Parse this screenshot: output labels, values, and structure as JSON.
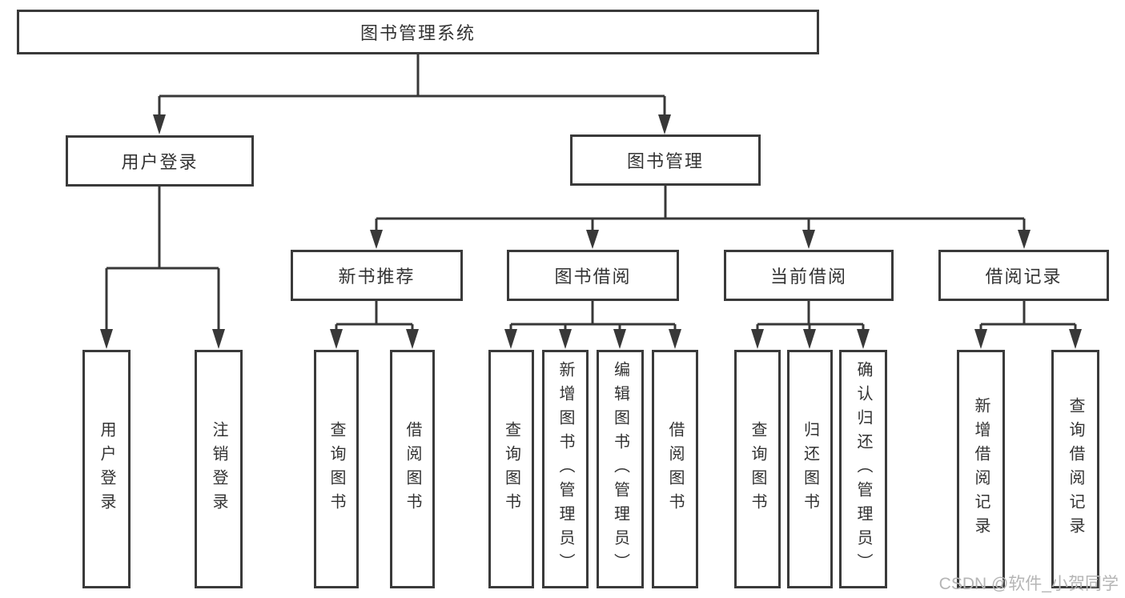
{
  "diagram": {
    "title": "图书管理系统",
    "labels": {
      "root": "图书管理系统",
      "userLogin": "用户登录",
      "bookMgmt": "图书管理",
      "newBookRec": "新书推荐",
      "bookBorrow": "图书借阅",
      "currentBorrow": "当前借阅",
      "borrowRecords": "借阅记录",
      "leafUserLogin": "用户登录",
      "leafLogout": "注销登录",
      "leafQueryBook1": "查询图书",
      "leafBorrowBook1": "借阅图书",
      "leafQueryBook2": "查询图书",
      "leafAddBookAdmin": "新增图书（管理员）",
      "leafEditBookAdmin": "编辑图书（管理员）",
      "leafBorrowBook2": "借阅图书",
      "leafQueryBook3": "查询图书",
      "leafReturnBook": "归还图书",
      "leafConfirmReturnAdmin": "确认归还（管理员）",
      "leafAddBorrowRecord": "新增借阅记录",
      "leafQueryBorrowRecord": "查询借阅记录"
    },
    "edges": [
      {
        "from": "图书管理系统",
        "to": "用户登录"
      },
      {
        "from": "图书管理系统",
        "to": "图书管理"
      },
      {
        "from": "用户登录",
        "to": "用户登录"
      },
      {
        "from": "用户登录",
        "to": "注销登录"
      },
      {
        "from": "图书管理",
        "to": "新书推荐"
      },
      {
        "from": "图书管理",
        "to": "图书借阅"
      },
      {
        "from": "图书管理",
        "to": "当前借阅"
      },
      {
        "from": "图书管理",
        "to": "借阅记录"
      },
      {
        "from": "新书推荐",
        "to": "查询图书"
      },
      {
        "from": "新书推荐",
        "to": "借阅图书"
      },
      {
        "from": "图书借阅",
        "to": "查询图书"
      },
      {
        "from": "图书借阅",
        "to": "新增图书（管理员）"
      },
      {
        "from": "图书借阅",
        "to": "编辑图书（管理员）"
      },
      {
        "from": "图书借阅",
        "to": "借阅图书"
      },
      {
        "from": "当前借阅",
        "to": "查询图书"
      },
      {
        "from": "当前借阅",
        "to": "归还图书"
      },
      {
        "from": "当前借阅",
        "to": "确认归还（管理员）"
      },
      {
        "from": "借阅记录",
        "to": "新增借阅记录"
      },
      {
        "from": "借阅记录",
        "to": "查询借阅记录"
      }
    ],
    "watermark": "CSDN @软件_小贺同学",
    "colors": {
      "line": "#383838",
      "border": "#3a3a3a",
      "text": "#333333",
      "watermark": "#b5b5b5",
      "background": "#ffffff"
    }
  }
}
